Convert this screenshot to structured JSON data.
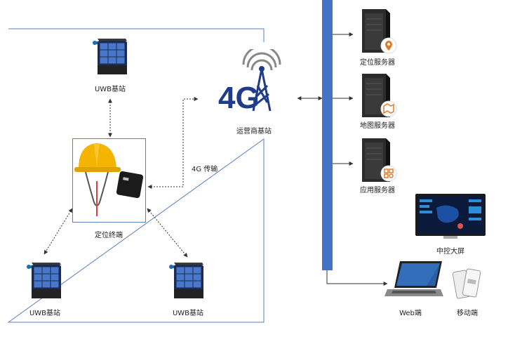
{
  "nodes": {
    "uwb_top": "UWB基站",
    "uwb_left": "UWB基站",
    "uwb_right": "UWB基站",
    "terminal": "定位终端",
    "carrier": "运营商基站",
    "transfer": "4G 传输",
    "logo_4g": "4G",
    "loc_server": "定位服务器",
    "map_server": "地图服务器",
    "app_server": "应用服务器",
    "big_screen": "中控大屏",
    "web": "Web端",
    "mobile": "移动端"
  },
  "colors": {
    "bus": "#4472c4",
    "frame": "#5b7fbf",
    "helmet": "#f4b400",
    "server": "#2b2b2b",
    "icon_accent": "#e07b2b"
  }
}
